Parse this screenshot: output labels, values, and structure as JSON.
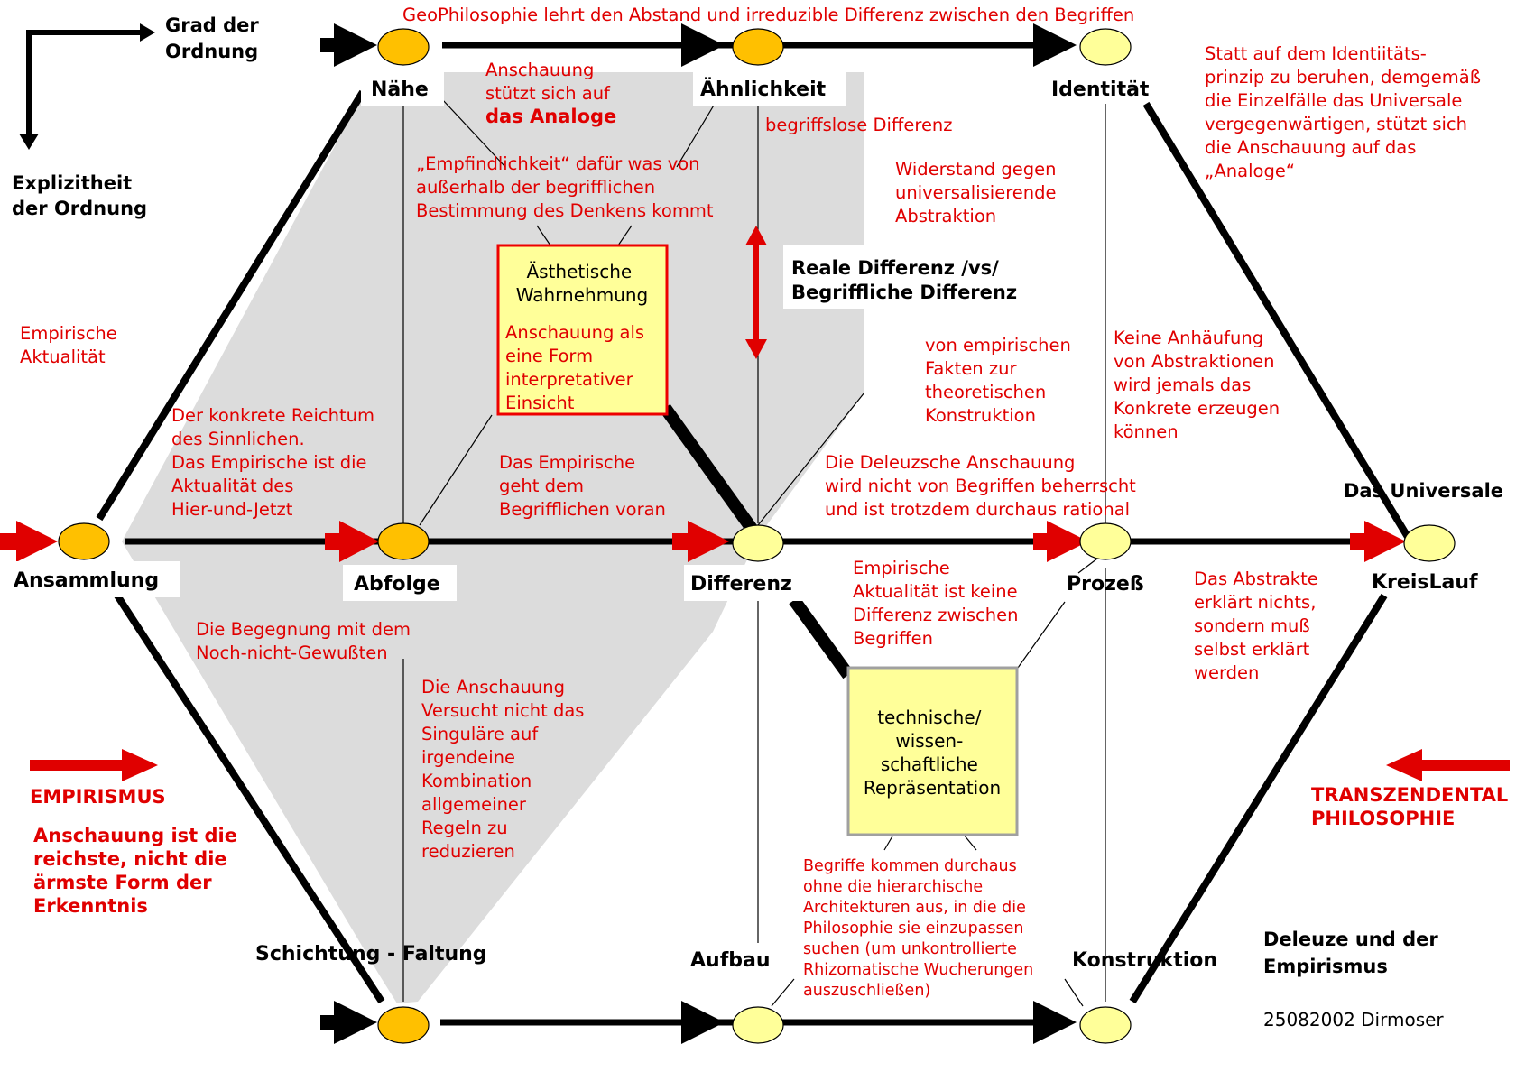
{
  "axes": {
    "order_label": [
      "Grad der",
      "Ordnung"
    ],
    "explicit_label": [
      "Explizitheit",
      "der Ordnung"
    ]
  },
  "top_banner": "GeoPhilosophie lehrt den Abstand und irreduzible Differenz zwischen den Begriffen",
  "nodes": {
    "naehe": "Nähe",
    "aehnlichkeit": "Ähnlichkeit",
    "identitaet": "Identität",
    "ansammlung": "Ansammlung",
    "abfolge": "Abfolge",
    "differenz": "Differenz",
    "prozess": "Prozeß",
    "kreislauf": "KreisLauf",
    "universale": "Das Universale",
    "schichtung": "Schichtung - Faltung",
    "aufbau": "Aufbau",
    "konstruktion": "Konstruktion"
  },
  "notes": {
    "analoge": [
      "Anschauung",
      "stützt sich auf",
      "das Analoge"
    ],
    "begriffslose": "begriffslose Differenz",
    "empfindlichkeit": [
      "„Empfindlichkeit“ dafür was von",
      "außerhalb der begrifflichen",
      "Bestimmung des Denkens kommt"
    ],
    "widerstand": [
      "Widerstand gegen",
      "universalisierende",
      "Abstraktion"
    ],
    "identitaetsprinzip": [
      "Statt auf dem Identiitäts-",
      "prinzip zu beruhen, demgemäß",
      "die Einzelfälle das Universale",
      "vergegenwärtigen, stützt sich",
      "die Anschauung auf das",
      "„Analoge“"
    ],
    "reale_differenz": [
      "Reale Differenz /vs/",
      "Begriffliche Differenz"
    ],
    "empirische_aktualitaet": [
      "Empirische",
      "Aktualität"
    ],
    "empirische_fakten": [
      "von empirischen",
      "Fakten zur",
      "theoretischen",
      "Konstruktion"
    ],
    "keine_anhaeufung": [
      "Keine Anhäufung",
      "von Abstraktionen",
      "wird jemals das",
      "Konkrete erzeugen",
      "können"
    ],
    "reichtum": [
      "Der konkrete Reichtum",
      "des Sinnlichen.",
      "Das Empirische ist die",
      "Aktualität des",
      "Hier-und-Jetzt"
    ],
    "empirische_voran": [
      "Das Empirische",
      "geht dem",
      "Begrifflichen voran"
    ],
    "deleuzsche": [
      "Die Deleuzsche Anschauung",
      "wird nicht von Begriffen beherrscht",
      "und  ist  trotzdem durchaus  rational"
    ],
    "keine_differenz": [
      "Empirische",
      "Aktualität ist keine",
      "Differenz zwischen",
      "Begriffen"
    ],
    "abstrakte": [
      "Das Abstrakte",
      "erklärt nichts,",
      "sondern muß",
      "selbst erklärt",
      "werden"
    ],
    "begegnung": [
      "Die Begegnung mit dem",
      "Noch-nicht-Gewußten"
    ],
    "singulaere": [
      "Die Anschauung",
      "Versucht nicht das",
      "Singuläre auf",
      "irgendeine",
      "Kombination",
      "allgemeiner",
      "Regeln zu",
      "reduzieren"
    ],
    "begriffe_kommen": [
      "Begriffe kommen durchaus",
      "ohne die hierarchische",
      "Architekturen aus, in die die",
      "Philosophie sie einzupassen",
      "suchen (um unkontrollierte",
      "Rhizomatische Wucherungen",
      "auszuschließen)"
    ]
  },
  "boxes": {
    "aesthetische_title": [
      "Ästhetische",
      "Wahrnehmung"
    ],
    "aesthetische_body": [
      "Anschauung  als",
      "eine Form",
      "interpretativer",
      "Einsicht"
    ],
    "technische": [
      "technische/",
      "wissen-",
      "schaftliche",
      "Repräsentation"
    ]
  },
  "sides": {
    "empirismus": "EMPIRISMUS",
    "empirismus_note": [
      "Anschauung ist die",
      "reichste, nicht die",
      "ärmste Form der",
      "Erkenntnis"
    ],
    "transzendental": [
      "TRANSZENDENTAL",
      "PHILOSOPHIE"
    ]
  },
  "footer": {
    "title": [
      "Deleuze und der",
      "Empirismus"
    ],
    "credit": "25082002 Dirmoser"
  },
  "colors": {
    "red": "#e00000",
    "orange_node": "#ffc000",
    "yellow_node": "#ffff99",
    "grey_region": "#dcdcdc",
    "box_fill": "#ffff99"
  }
}
